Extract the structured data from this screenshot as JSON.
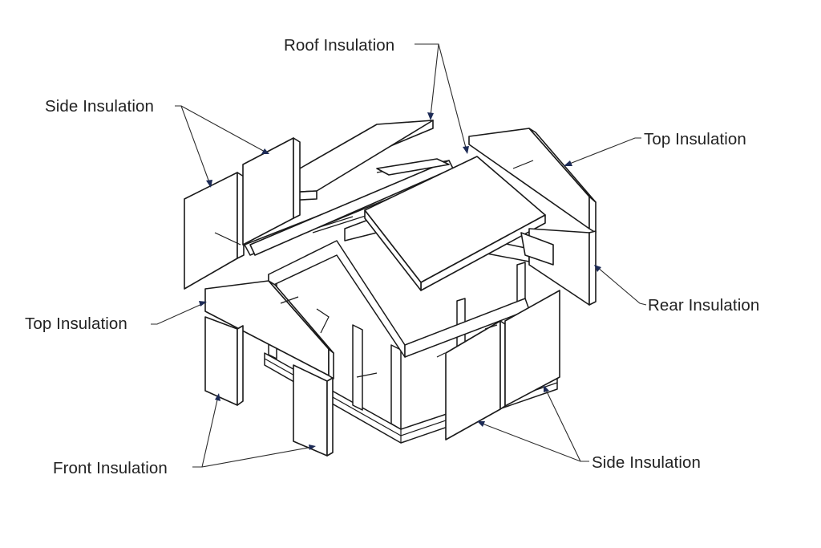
{
  "labels": {
    "roof_insulation": "Roof Insulation",
    "side_insulation_left": "Side Insulation",
    "top_insulation_right": "Top Insulation",
    "rear_insulation": "Rear Insulation",
    "top_insulation_left": "Top Insulation",
    "front_insulation": "Front Insulation",
    "side_insulation_right": "Side Insulation"
  },
  "colors": {
    "line": "#1a1a1a",
    "text": "#222222",
    "arrowhead": "#1d2b56",
    "background": "#ffffff"
  }
}
